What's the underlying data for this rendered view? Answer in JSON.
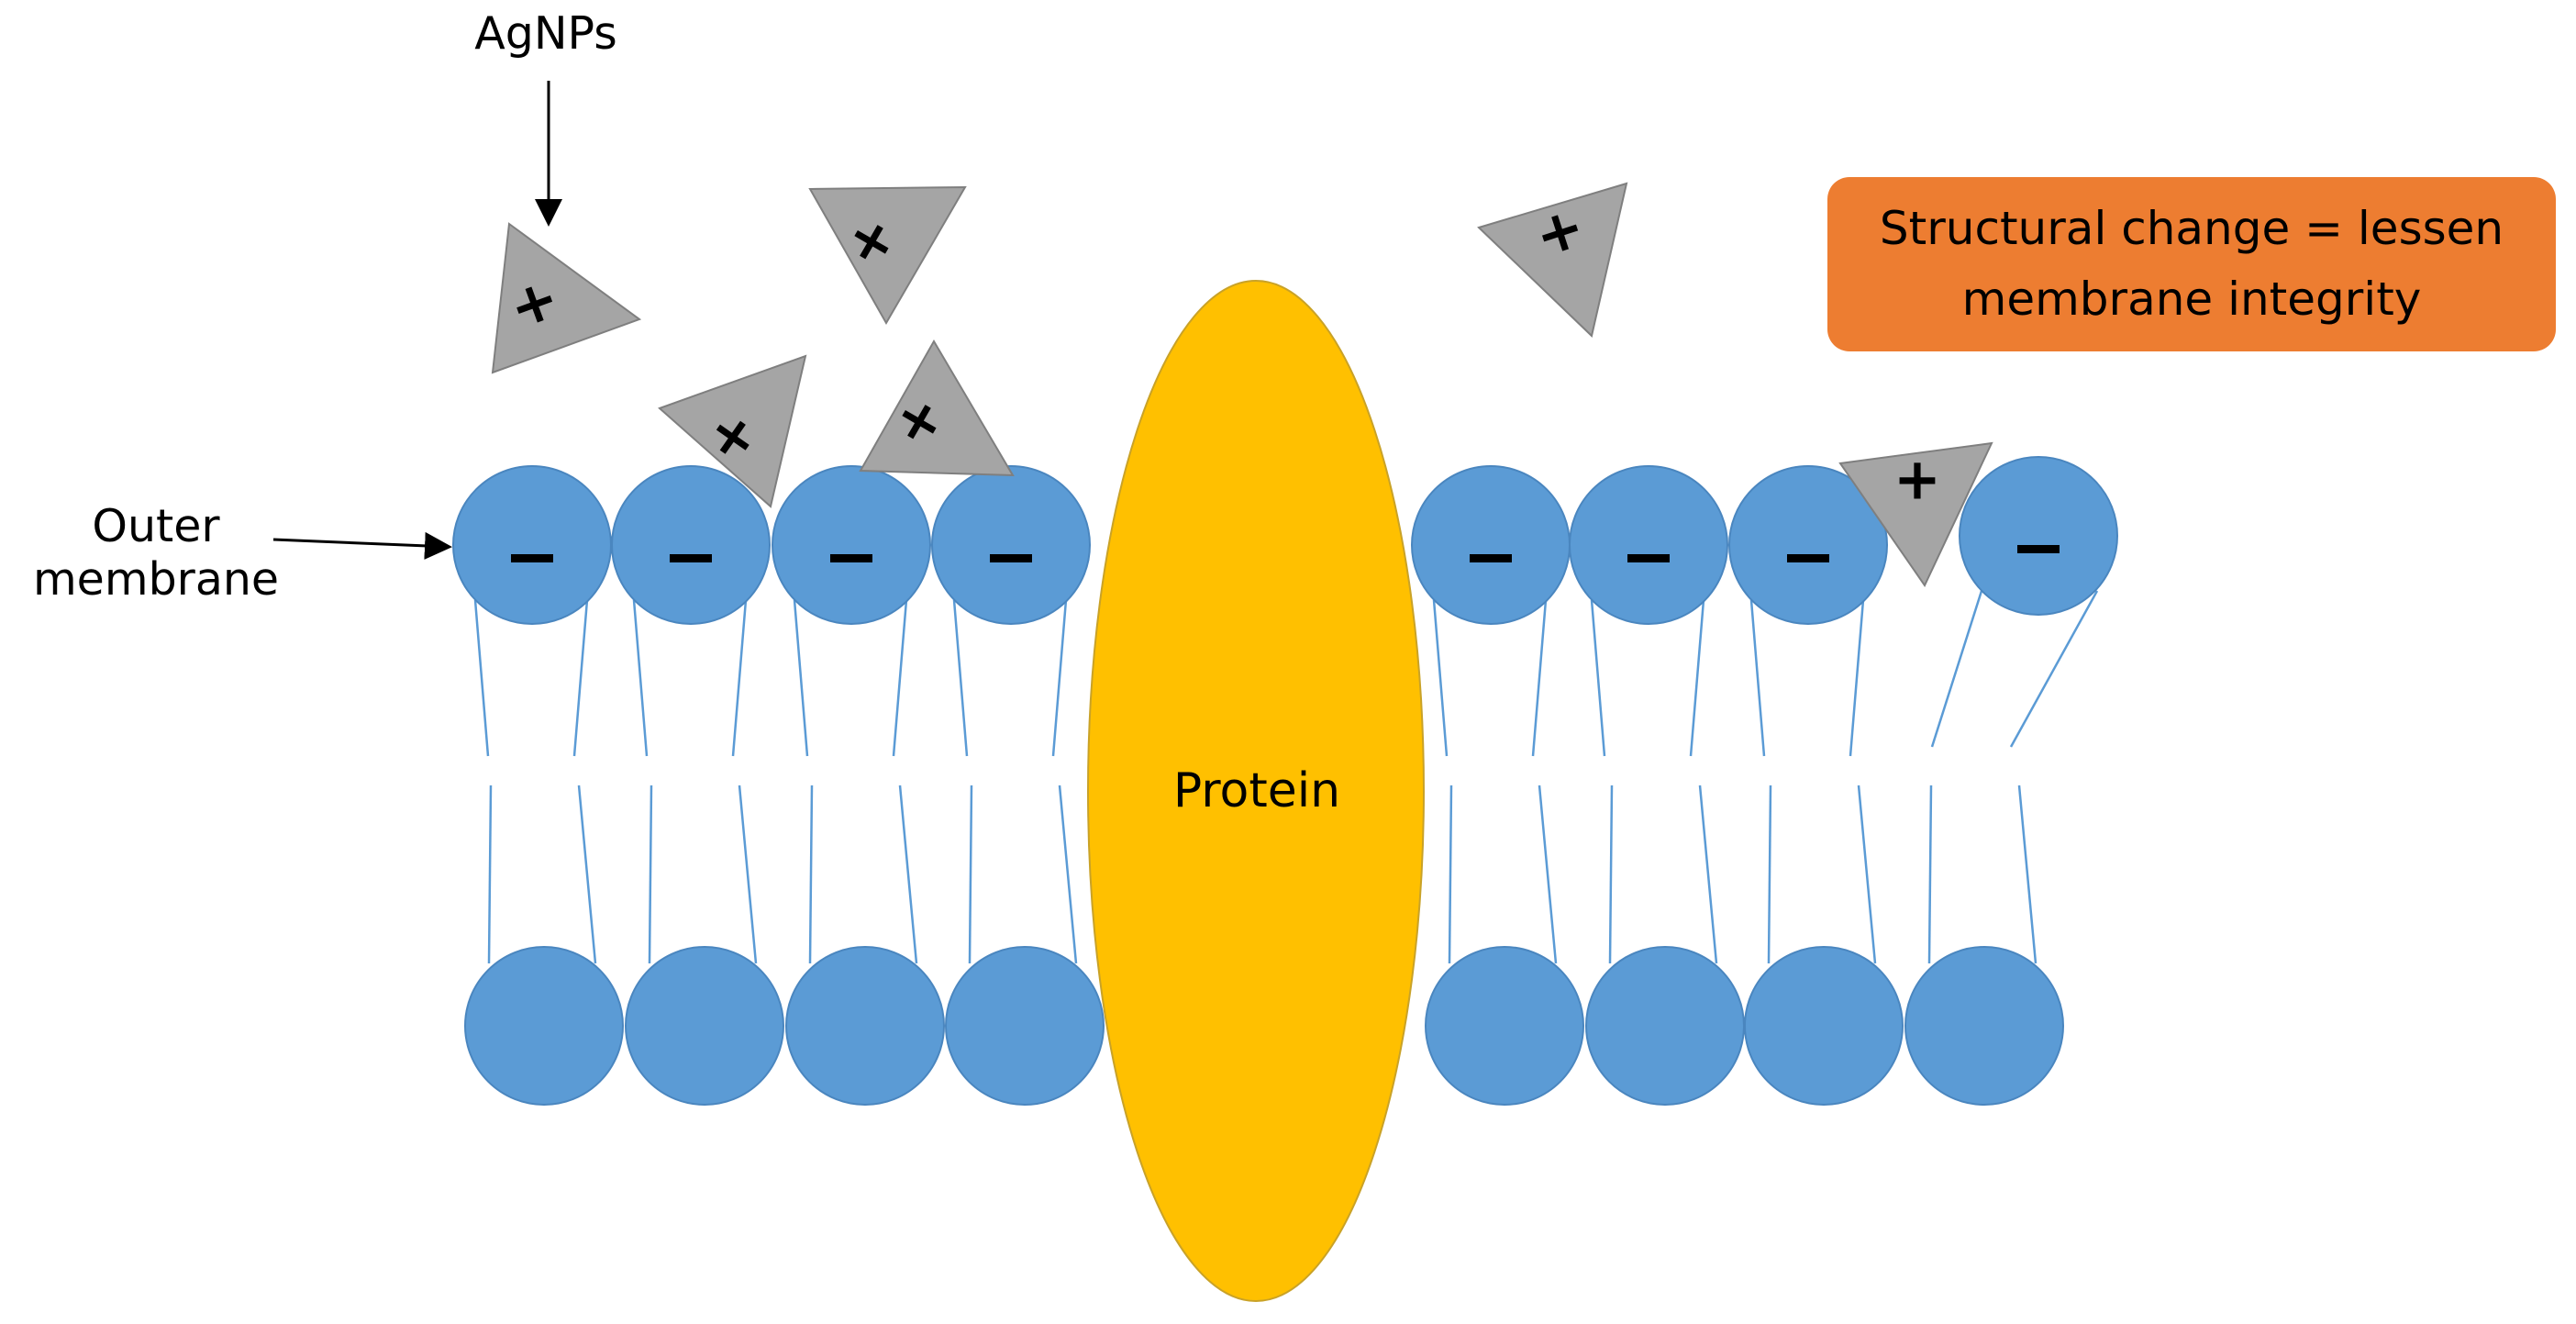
{
  "labels": {
    "nanoparticles": "AgNPs",
    "outer_membrane": "Outer membrane",
    "protein": "Protein",
    "callout": "Structural change = lessen membrane integrity"
  },
  "symbols": {
    "positive": "+",
    "negative": "−"
  },
  "colors": {
    "phospholipid_head": "#5B9BD5",
    "phospholipid_tail": "#5B9BD5",
    "protein": "#FFC000",
    "nanoparticle": "#A5A5A5",
    "callout_background": "#ED7D31"
  }
}
